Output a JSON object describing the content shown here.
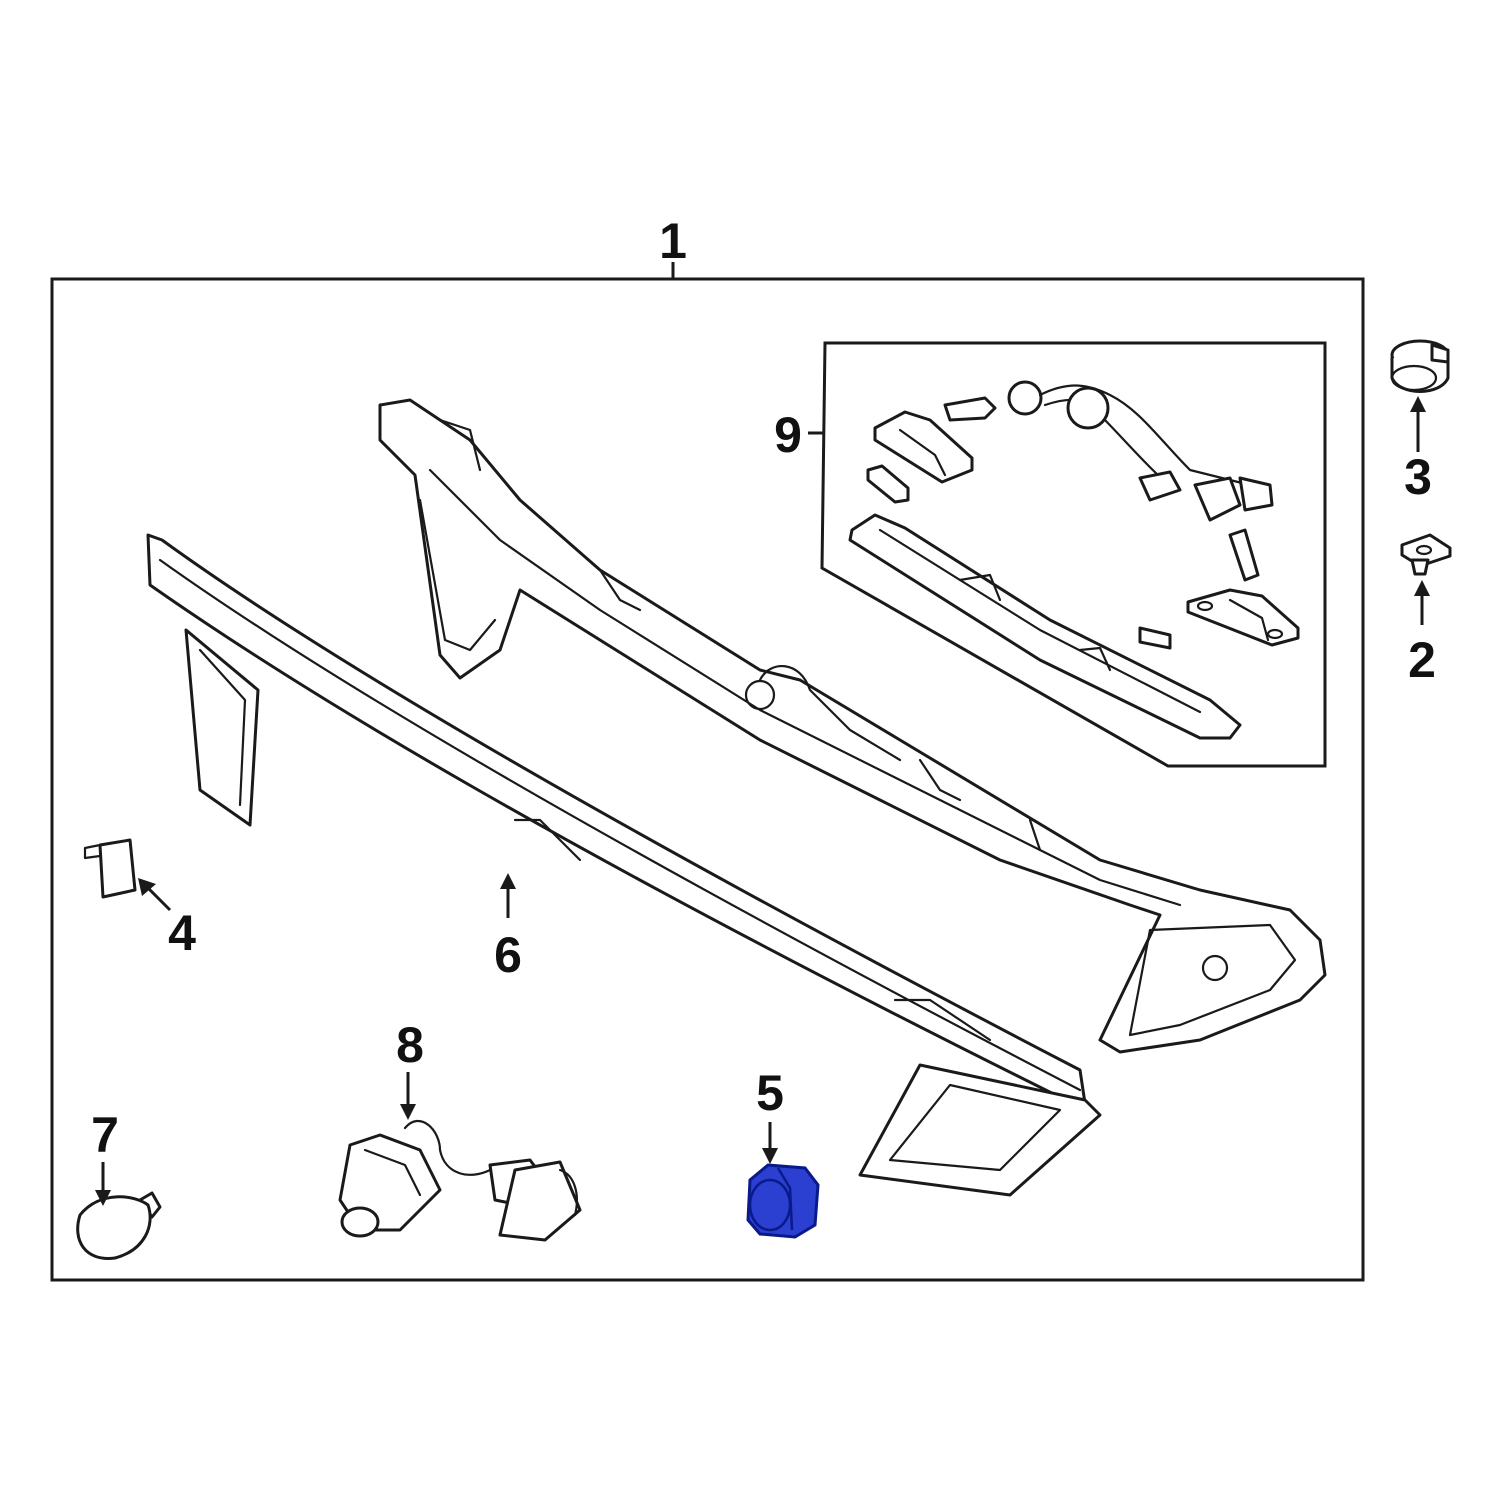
{
  "diagram": {
    "callouts": [
      {
        "id": "1",
        "label": "1"
      },
      {
        "id": "2",
        "label": "2"
      },
      {
        "id": "3",
        "label": "3"
      },
      {
        "id": "4",
        "label": "4"
      },
      {
        "id": "5",
        "label": "5"
      },
      {
        "id": "6",
        "label": "6"
      },
      {
        "id": "7",
        "label": "7"
      },
      {
        "id": "8",
        "label": "8"
      },
      {
        "id": "9",
        "label": "9"
      }
    ],
    "colors": {
      "line": "#1a1a1a",
      "highlight_fill": "#2b3fd1",
      "highlight_stroke": "#0a1a8a",
      "background": "#ffffff"
    },
    "highlighted_part": "5"
  }
}
